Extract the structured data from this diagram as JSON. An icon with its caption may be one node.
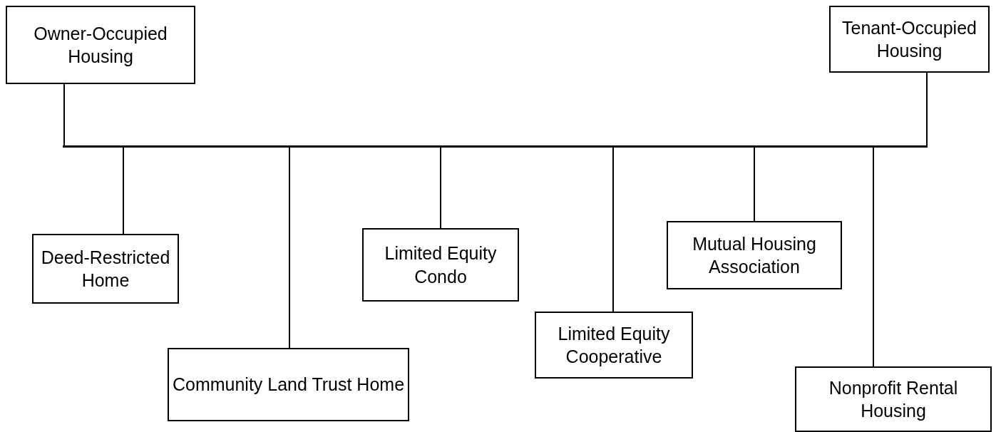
{
  "diagram": {
    "nodes": [
      {
        "text": [
          "Owner-Occupied Housing"
        ]
      },
      {
        "text": [
          "Tenant-Occupied Housing"
        ]
      },
      {
        "text": [],
        "shape": "bar"
      },
      {
        "text": [
          "Deed-Restricted Home"
        ]
      },
      {
        "text": [
          "Community Land Trust Home"
        ]
      },
      {
        "text": [
          "Limited Equity Condo"
        ]
      },
      {
        "text": [
          "Limited Equity Cooperative"
        ]
      },
      {
        "text": [
          "Mutual Housing Association"
        ]
      },
      {
        "text": [
          "Nonprofit Rental Housing"
        ]
      }
    ],
    "edges": [
      {
        "from": 0,
        "to": 2,
        "arrow": "none"
      },
      {
        "from": 1,
        "to": 2,
        "arrow": "none"
      },
      {
        "from": 2,
        "to": 3,
        "arrow": "none"
      },
      {
        "from": 2,
        "to": 4,
        "arrow": "none"
      },
      {
        "from": 2,
        "to": 5,
        "arrow": "none"
      },
      {
        "from": 2,
        "to": 6,
        "arrow": "none"
      },
      {
        "from": 2,
        "to": 7,
        "arrow": "none"
      },
      {
        "from": 2,
        "to": 8,
        "arrow": "none"
      }
    ]
  }
}
